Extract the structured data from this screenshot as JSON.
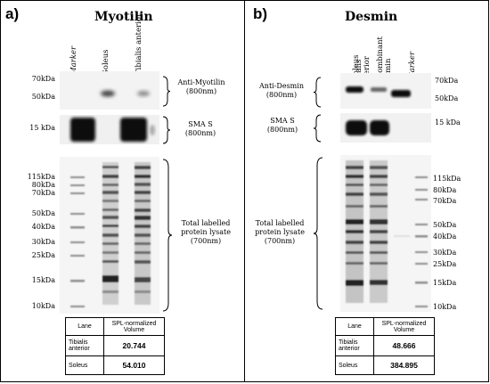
{
  "panel_a": {
    "label": "a)",
    "title": "Myotilin",
    "lanes": [
      "Marker",
      "Soleus",
      "Tibialis anterior"
    ],
    "blot1": {
      "mw": [
        "70kDa",
        "50kDa"
      ],
      "label": "Anti-Myotilin\n(800nm)"
    },
    "blot2": {
      "mw": [
        "15 kDa"
      ],
      "label": "SMA S\n(800nm)"
    },
    "blot3": {
      "mw": [
        "115kDa",
        "80kDa",
        "70kDa",
        "50kDa",
        "40kDa",
        "30kDa",
        "25kDa",
        "15kDa",
        "10kDa"
      ],
      "label": "Total labelled\nprotein lysate\n(700nm)"
    },
    "table": {
      "headers": [
        "Lane",
        "SPL-normalized Volume"
      ],
      "rows": [
        [
          "Tibialis anterior",
          "20.744"
        ],
        [
          "Soleus",
          "54.010"
        ]
      ]
    }
  },
  "panel_b": {
    "label": "b)",
    "title": "Desmin",
    "lanes": [
      "Soleus",
      "Tibialis anterior",
      "Recombinant Desmin",
      "Marker"
    ],
    "blot1": {
      "mw": [
        "70kDa",
        "50kDa"
      ],
      "label": "Anti-Desmin\n(800nm)"
    },
    "blot2": {
      "mw": [
        "15 kDa"
      ],
      "label": "SMA S\n(800nm)"
    },
    "blot3": {
      "mw": [
        "115kDa",
        "80kDa",
        "70kDa",
        "50kDa",
        "40kDa",
        "30kDa",
        "25kDa",
        "15kDa",
        "10kDa"
      ],
      "label": "Total labelled\nprotein lysate\n(700nm)"
    },
    "table": {
      "headers": [
        "Lane",
        "SPL-normalized Volume"
      ],
      "rows": [
        [
          "Tibialis anterior",
          "48.666"
        ],
        [
          "Soleus",
          "384.895"
        ]
      ]
    }
  }
}
